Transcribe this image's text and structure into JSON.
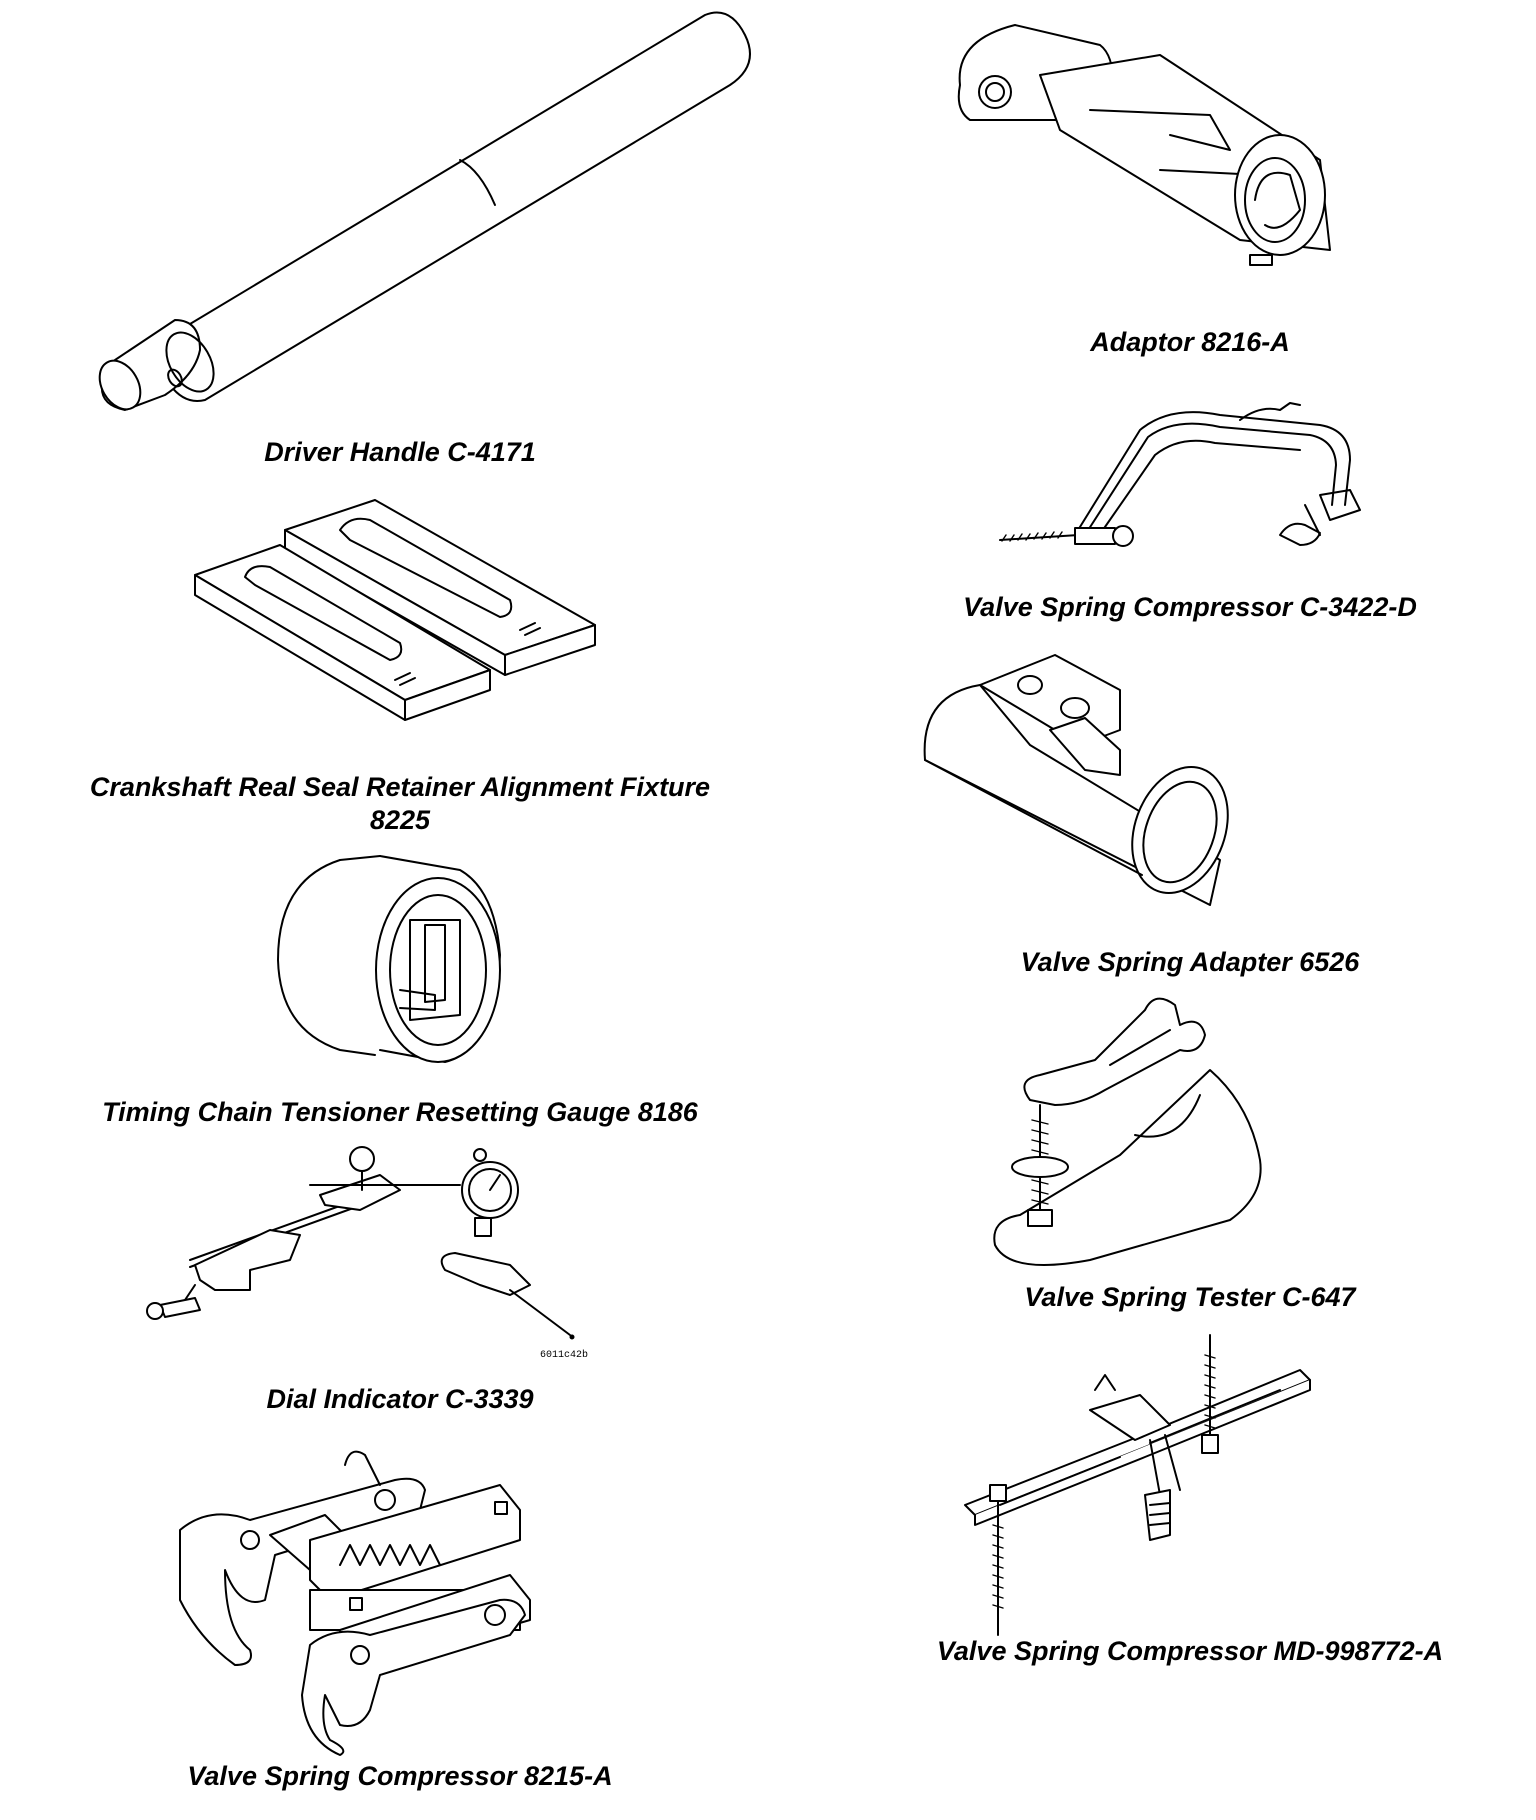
{
  "figures": [
    {
      "caption": "Driver Handle C-4171",
      "icon": "driver-handle-illustration"
    },
    {
      "caption": "Adaptor 8216-A",
      "icon": "adaptor-illustration"
    },
    {
      "caption": "Valve Spring Compressor C-3422-D",
      "icon": "valve-spring-compressor-illustration"
    },
    {
      "caption_line1": "Crankshaft Real Seal Retainer Alignment Fixture",
      "caption_line2": "8225",
      "icon": "alignment-fixture-illustration"
    },
    {
      "caption": "Valve Spring Adapter 6526",
      "icon": "valve-spring-adapter-illustration"
    },
    {
      "caption": "Timing Chain Tensioner Resetting Gauge 8186",
      "icon": "resetting-gauge-illustration"
    },
    {
      "caption": "Valve Spring Tester C-647",
      "icon": "valve-spring-tester-illustration"
    },
    {
      "caption": "Dial Indicator C-3339",
      "icon": "dial-indicator-illustration",
      "code": "6011c42b"
    },
    {
      "caption": "Valve Spring Compressor MD-998772-A",
      "icon": "valve-spring-compressor-illustration"
    },
    {
      "caption": "Valve Spring Compressor 8215-A",
      "icon": "valve-spring-compressor-illustration"
    }
  ]
}
